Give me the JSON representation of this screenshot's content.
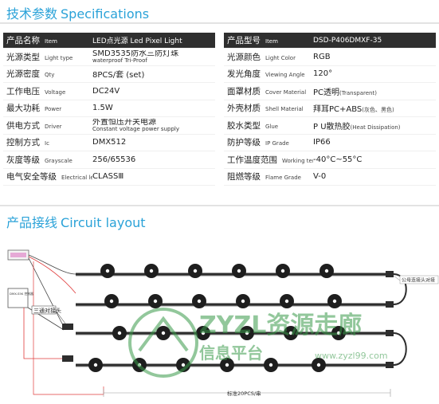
{
  "sections": {
    "specs": {
      "cn": "技术参数",
      "en": "Specifications"
    },
    "circuit": {
      "cn": "产品接线",
      "en": "Circuit layout"
    }
  },
  "left_table": {
    "head": {
      "cn": "产品名称",
      "en": "Item",
      "value": "LED点光源 Led Pixel Light"
    },
    "rows": [
      {
        "cn": "光源类型",
        "en": "Light type",
        "value": "SMD3535防水三防灯珠",
        "sub": "waterproof Tri-Proof"
      },
      {
        "cn": "光源密度",
        "en": "Qty",
        "value": "8PCS/套 (set)"
      },
      {
        "cn": "工作电压",
        "en": "Voltage",
        "value": "DC24V"
      },
      {
        "cn": "最大功耗",
        "en": "Power",
        "value": "1.5W"
      },
      {
        "cn": "供电方式",
        "en": "Driver",
        "value": "外置恒压开关电源",
        "sub": "Constant voltage power supply"
      },
      {
        "cn": "控制方式",
        "en": "Ic",
        "value": "DMX512"
      },
      {
        "cn": "灰度等级",
        "en": "Grayscale",
        "value": "256/65536"
      },
      {
        "cn": "电气安全等级",
        "en": "Electrical level",
        "value": "CLASSⅢ"
      }
    ]
  },
  "right_table": {
    "head": {
      "cn": "产品型号",
      "en": "Item",
      "value": "DSD-P406DMXF-35"
    },
    "rows": [
      {
        "cn": "光源颜色",
        "en": "Light Color",
        "value": "RGB"
      },
      {
        "cn": "发光角度",
        "en": "Viewing Angle",
        "value": "120°"
      },
      {
        "cn": "面罩材质",
        "en": "Cover Material",
        "value": "PC透明",
        "small": "(Transparent)"
      },
      {
        "cn": "外壳材质",
        "en": "Shell Material",
        "value": "拜耳PC+ABS",
        "small": "(灰色、黑色)"
      },
      {
        "cn": "胶水类型",
        "en": "Glue",
        "value": "P U散热胶",
        "small": "(Heat Dissipation)"
      },
      {
        "cn": "防护等级",
        "en": "IP Grade",
        "value": "IP66"
      },
      {
        "cn": "工作温度范围",
        "en": "Working temperature",
        "value": "-40°C~55°C"
      },
      {
        "cn": "阻燃等级",
        "en": "Flame Grade",
        "value": "V-0"
      }
    ]
  },
  "diagram": {
    "controller_label": "DMX-S5K 控制器",
    "tee_label": "三通对接头",
    "connector_label": "公母连接头对接",
    "length_label": "标准20PCS/串",
    "watermark": "ZYZL资源走廊 信息平台 www.zyzl99.com",
    "colors": {
      "wire": "#2d2d2d",
      "red": "#e03b3b",
      "accent": "#2aa2d8",
      "node": "#1e1e1e"
    }
  }
}
